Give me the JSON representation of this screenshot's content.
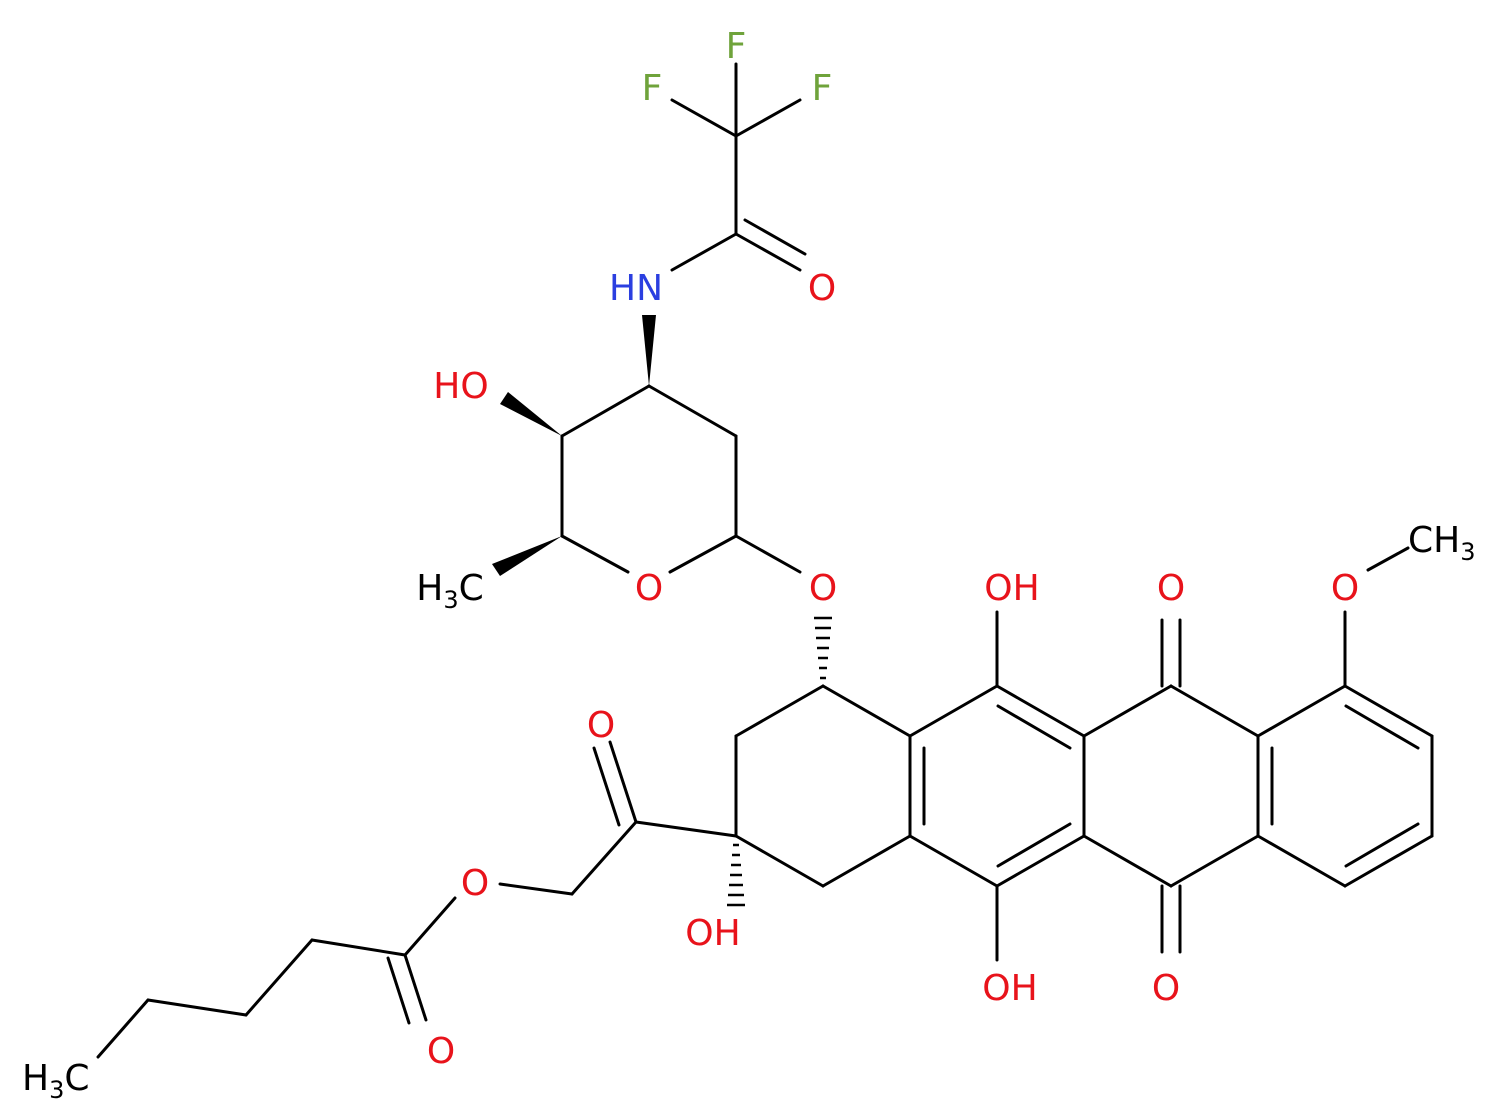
{
  "molecule": {
    "colors": {
      "bond": "#000000",
      "O": "#e8131b",
      "N": "#2b3fe0",
      "F": "#6fa33b",
      "C": "#000000"
    },
    "labels": {
      "f_top": "F",
      "f_left": "F",
      "f_right": "F",
      "nh": "HN",
      "o_amide": "O",
      "ho_sugar": "HO",
      "ch3_sugar": "H",
      "ch3_sugar_sub": "3",
      "ch3_sugar_c": "C",
      "o_ring": "O",
      "o_glyco": "O",
      "oh_top": "OH",
      "o_quinone_top": "O",
      "o_methoxy": "O",
      "ch3_methoxy": "CH",
      "ch3_methoxy_sub": "3",
      "o_ketone": "O",
      "o_ester_link": "O",
      "oh_mid": "OH",
      "oh_bottom": "OH",
      "o_quinone_bottom": "O",
      "o_ester_carbonyl": "O",
      "ch3_chain": "H",
      "ch3_chain_sub": "3",
      "ch3_chain_c": "C"
    }
  }
}
